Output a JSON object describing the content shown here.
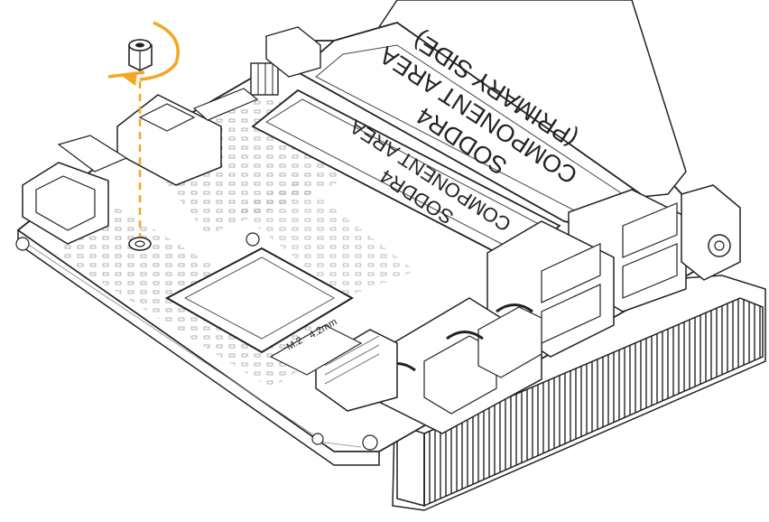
{
  "diagram": {
    "so_dimm_top_line1": "SODDR4",
    "so_dimm_top_line2": "COMPONENT  AREA",
    "so_dimm_top_line3": "(PRIMARY  SIDE)",
    "so_dimm_bottom_line1": "SODDR4",
    "so_dimm_bottom_line2": "COMPONENT  AREA",
    "m2_label": "M.2",
    "m2_size_label": "4.2mm",
    "arrow_color": "#f5a623",
    "line_color": "#222222"
  }
}
